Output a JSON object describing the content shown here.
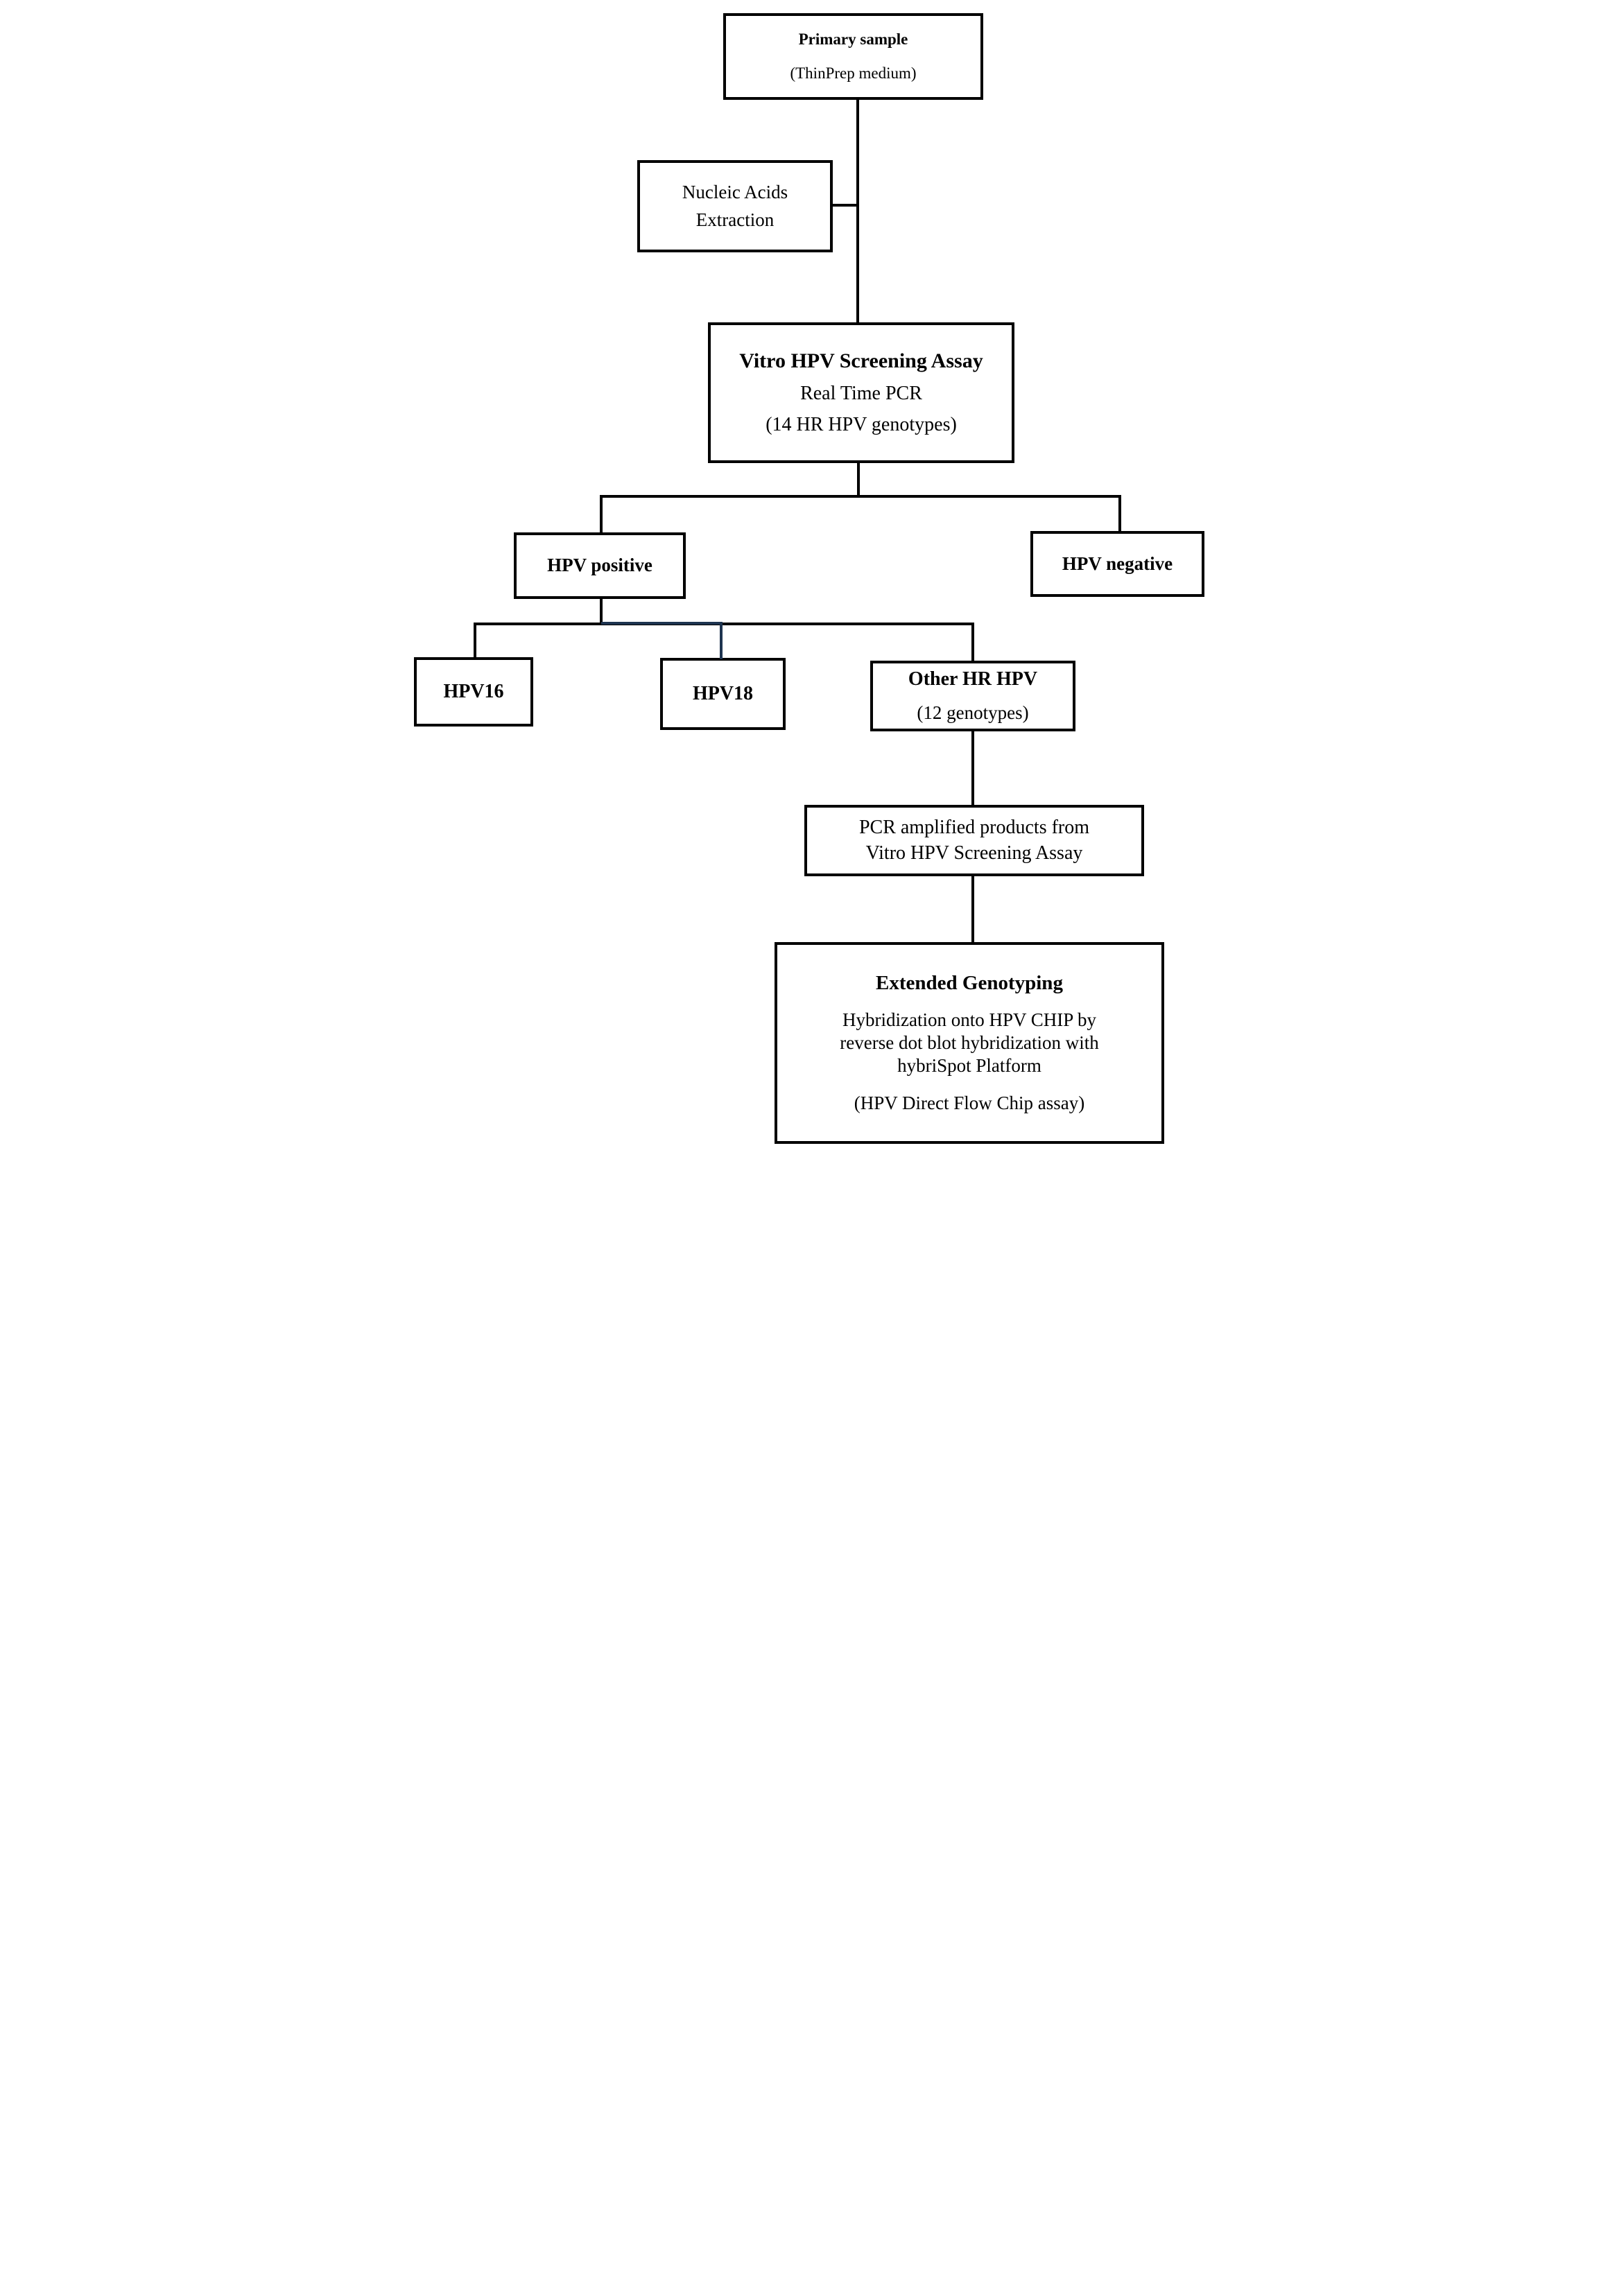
{
  "canvas": {
    "colors": {
      "background": "#ffffff",
      "box_fill": "#ffffff",
      "line_color": "#000000",
      "text_color": "#000000",
      "accent_line_color": "#1e3450"
    }
  },
  "nodes": {
    "primary_sample": {
      "title": "Primary sample",
      "subtitle": "(ThinPrep medium)"
    },
    "nucleic_extraction": {
      "line1": "Nucleic Acids",
      "line2": "Extraction"
    },
    "screening_assay": {
      "title": "Vitro HPV Screening Assay",
      "line2": "Real Time PCR",
      "line3": "(14 HR HPV genotypes)"
    },
    "hpv_positive": {
      "label": "HPV positive"
    },
    "hpv_negative": {
      "label": "HPV negative"
    },
    "hpv16": {
      "label": "HPV16"
    },
    "hpv18": {
      "label": "HPV18"
    },
    "other_hr_hpv": {
      "title": "Other HR HPV",
      "subtitle": "(12 genotypes)"
    },
    "pcr_products": {
      "line1": "PCR amplified products from",
      "line2": "Vitro HPV Screening Assay"
    },
    "extended_genotyping": {
      "title": "Extended Genotyping",
      "body_line1": "Hybridization onto HPV CHIP by",
      "body_line2": "reverse dot blot hybridization with",
      "body_line3": "hybriSpot Platform",
      "footnote": "(HPV Direct Flow Chip assay)"
    }
  }
}
